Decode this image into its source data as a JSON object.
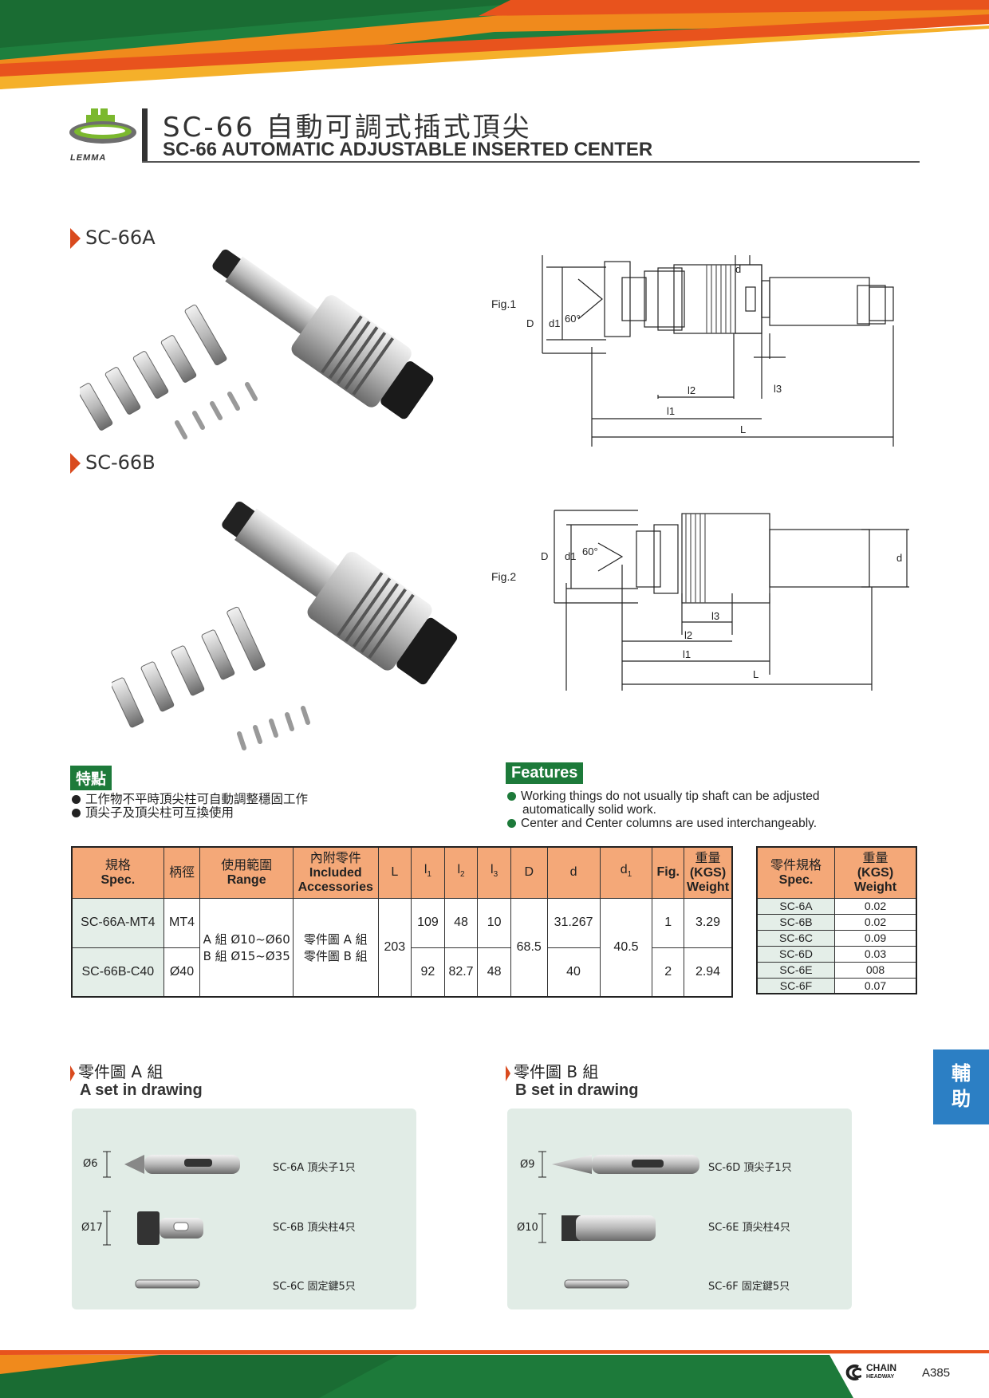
{
  "header": {
    "brand": "LEMMA",
    "title_zh": "SC-66 自動可調式插式頂尖",
    "title_en": "SC-66 AUTOMATIC ADJUSTABLE INSERTED CENTER"
  },
  "models": [
    {
      "label": "SC-66A"
    },
    {
      "label": "SC-66B"
    }
  ],
  "figures": {
    "fig1": {
      "label": "Fig.1",
      "dims": {
        "D": "D",
        "d1": "d1",
        "angle": "60°",
        "d": "d",
        "l1": "l1",
        "l2": "l2",
        "l3": "l3",
        "L": "L"
      }
    },
    "fig2": {
      "label": "Fig.2",
      "dims": {
        "D": "D",
        "d1": "d1",
        "angle": "60°",
        "d": "d",
        "l1": "l1",
        "l2": "l2",
        "l3": "l3",
        "L": "L"
      }
    }
  },
  "features_zh": {
    "title": "特點",
    "items": [
      "工作物不平時頂尖柱可自動調整穩固工作",
      "頂尖子及頂尖柱可互換使用"
    ]
  },
  "features_en": {
    "title": "Features",
    "items": [
      "Working things do not usually tip shaft can be adjusted automatically solid work.",
      "Center and Center columns are used interchangeably."
    ]
  },
  "spec_table": {
    "headers": {
      "spec_zh": "規格",
      "spec_en": "Spec.",
      "shank": "柄徑",
      "range_zh": "使用範圍",
      "range_en": "Range",
      "acc_zh": "內附零件",
      "acc_en1": "Included",
      "acc_en2": "Accessories",
      "L": "L",
      "l1": "l",
      "l2": "l",
      "l3": "l",
      "l1_sub": "1",
      "l2_sub": "2",
      "l3_sub": "3",
      "D": "D",
      "d": "d",
      "d1": "d",
      "d1_sub": "1",
      "fig": "Fig.",
      "weight_zh": "重量",
      "weight_kgs": "(KGS)",
      "weight_en": "Weight"
    },
    "rows": [
      {
        "spec": "SC-66A-MT4",
        "shank": "MT4",
        "l1": "109",
        "l2": "48",
        "l3": "10",
        "d": "31.267",
        "fig": "1",
        "weight": "3.29"
      },
      {
        "spec": "SC-66B-C40",
        "shank": "Ø40",
        "l1": "92",
        "l2": "82.7",
        "l3": "48",
        "d": "40",
        "fig": "2",
        "weight": "2.94"
      }
    ],
    "shared": {
      "range_a": "A 組 Ø10~Ø60",
      "range_b": "B 組 Ø15~Ø35",
      "acc_a": "零件圖 A 組",
      "acc_b": "零件圖 B 組",
      "L": "203",
      "D": "68.5",
      "d1": "40.5"
    }
  },
  "parts_table": {
    "headers": {
      "spec_zh": "零件規格",
      "spec_en": "Spec.",
      "weight_zh": "重量",
      "weight_kgs": "(KGS)",
      "weight_en": "Weight"
    },
    "rows": [
      {
        "spec": "SC-6A",
        "weight": "0.02"
      },
      {
        "spec": "SC-6B",
        "weight": "0.02"
      },
      {
        "spec": "SC-6C",
        "weight": "0.09"
      },
      {
        "spec": "SC-6D",
        "weight": "0.03"
      },
      {
        "spec": "SC-6E",
        "weight": "008"
      },
      {
        "spec": "SC-6F",
        "weight": "0.07"
      }
    ]
  },
  "set_a": {
    "title_zh": "零件圖 A 組",
    "title_en": "A set in drawing",
    "parts": [
      {
        "dim": "Ø6",
        "label": "SC-6A 頂尖子1只"
      },
      {
        "dim": "Ø17",
        "label": "SC-6B 頂尖柱4只"
      },
      {
        "dim": "",
        "label": "SC-6C 固定鍵5只"
      }
    ]
  },
  "set_b": {
    "title_zh": "零件圖 B 組",
    "title_en": "B set in drawing",
    "parts": [
      {
        "dim": "Ø9",
        "label": "SC-6D 頂尖子1只"
      },
      {
        "dim": "Ø10",
        "label": "SC-6E 頂尖柱4只"
      },
      {
        "dim": "",
        "label": "SC-6F 固定鍵5只"
      }
    ]
  },
  "side_tab": {
    "line1": "輔",
    "line2": "助"
  },
  "footer": {
    "logo_text": "CHAIN",
    "logo_sub": "HEADWAY",
    "page": "A385"
  },
  "colors": {
    "orange": "#e8531d",
    "green": "#1d7a3a",
    "accent_arrow": "#d94a1e",
    "header_fill": "#f4a878",
    "blue_tab": "#2c7fc4"
  }
}
